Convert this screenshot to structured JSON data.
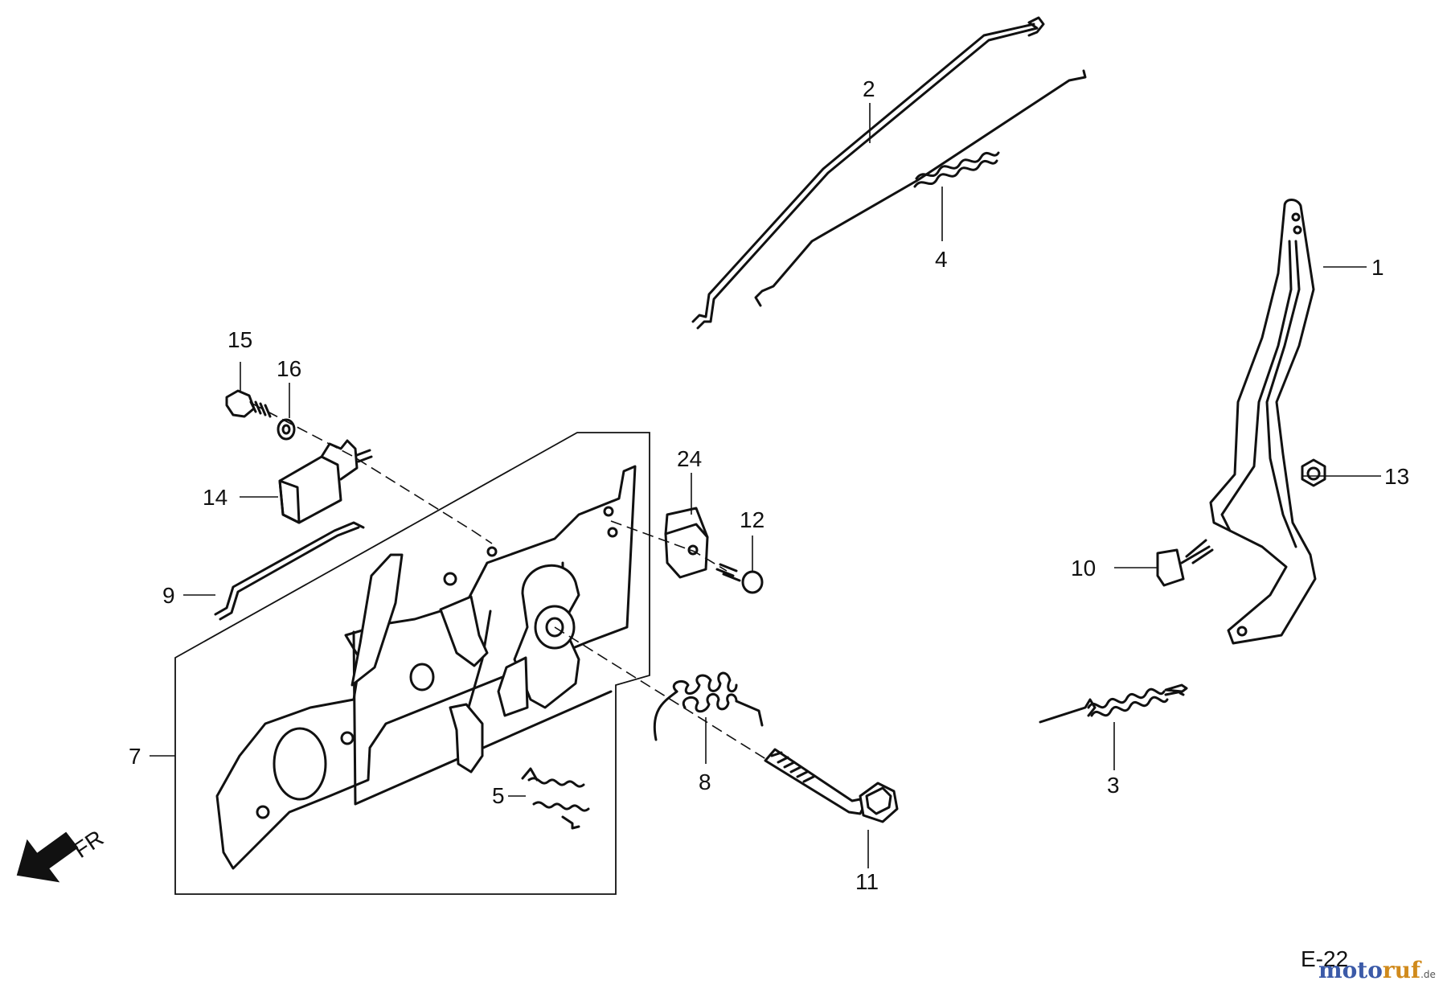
{
  "diagram": {
    "page_code": "E-22",
    "direction_label": "FR",
    "watermark": {
      "part1": "moto",
      "part2": "ruf",
      "suffix": ".de"
    },
    "callouts": {
      "c1": "1",
      "c2": "2",
      "c3": "3",
      "c4": "4",
      "c5": "5",
      "c7": "7",
      "c8": "8",
      "c9": "9",
      "c10": "10",
      "c11": "11",
      "c12": "12",
      "c13": "13",
      "c14": "14",
      "c15": "15",
      "c16": "16",
      "c24": "24"
    }
  }
}
